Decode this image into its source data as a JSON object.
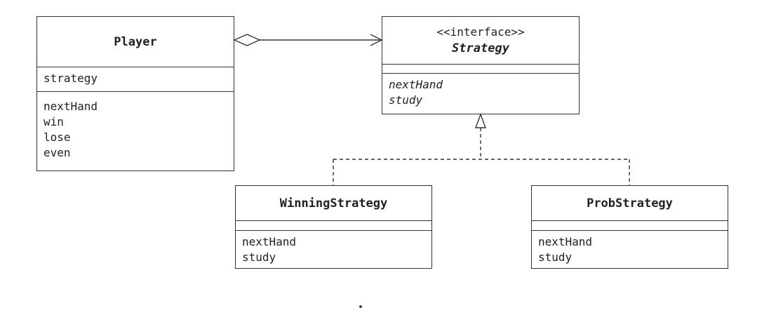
{
  "classes": {
    "player": {
      "name": "Player",
      "fields": [
        "strategy"
      ],
      "methods": [
        "nextHand",
        "win",
        "lose",
        "even"
      ]
    },
    "strategy": {
      "stereotype": "<<interface>>",
      "name": "Strategy",
      "fields": [],
      "methods": [
        "nextHand",
        "study"
      ]
    },
    "winning": {
      "name": "WinningStrategy",
      "fields": [],
      "methods": [
        "nextHand",
        "study"
      ]
    },
    "prob": {
      "name": "ProbStrategy",
      "fields": [],
      "methods": [
        "nextHand",
        "study"
      ]
    }
  },
  "relations": [
    {
      "type": "aggregation",
      "from": "Player",
      "to": "Strategy"
    },
    {
      "type": "realization",
      "from": "WinningStrategy",
      "to": "Strategy"
    },
    {
      "type": "realization",
      "from": "ProbStrategy",
      "to": "Strategy"
    }
  ]
}
